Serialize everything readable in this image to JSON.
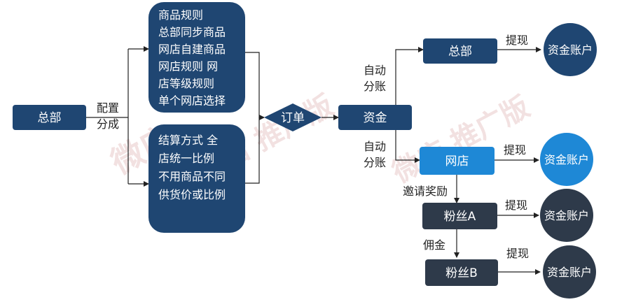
{
  "colors": {
    "navy": "#1f4672",
    "blue": "#1e88d6",
    "dark": "#2e3a4a",
    "line": "#222222",
    "watermark": "#e9c9c9"
  },
  "watermark": [
    "微店",
    "微店 推广版",
    "微店 推广版"
  ],
  "nodes": {
    "hq_left": "总部",
    "order": "订单",
    "funds": "资金",
    "hq_right": "总部",
    "store": "网店",
    "fan_a": "粉丝A",
    "fan_b": "粉丝B",
    "account_hq": "资金账户",
    "account_store": "资金账户",
    "account_fan_a": "资金账户",
    "account_fan_b": "资金账户"
  },
  "rule_box_top": {
    "lines": [
      "商品规则",
      "总部同步商品",
      "网店自建商品",
      "网店规则 网",
      "店等级规则",
      "单个网店选择"
    ]
  },
  "rule_box_bottom": {
    "lines": [
      "结算方式 全",
      "店统一比例",
      "不用商品不同",
      "供货价或比例"
    ]
  },
  "edge_labels": {
    "config_split": [
      "配置",
      "分成"
    ],
    "auto_split_top": [
      "自动",
      "分账"
    ],
    "auto_split_bottom": [
      "自动",
      "分账"
    ],
    "withdraw_hq": "提现",
    "withdraw_store": "提现",
    "withdraw_fan_a": "提现",
    "withdraw_fan_b": "提现",
    "invite_reward": "邀请奖励",
    "commission": "佣金"
  }
}
